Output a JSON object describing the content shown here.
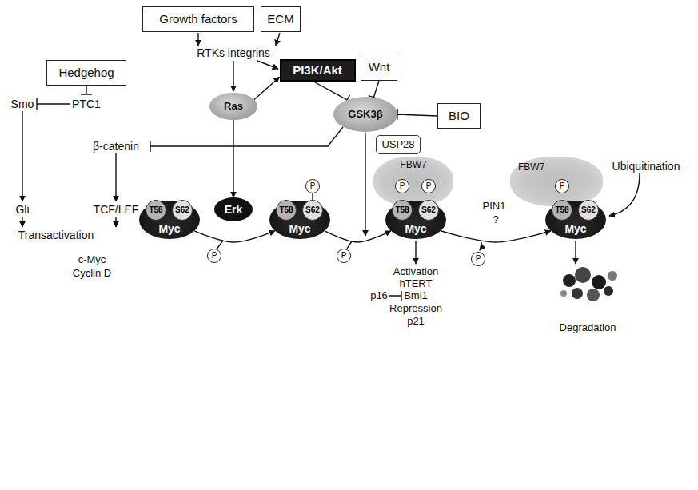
{
  "diagram": {
    "nodes": [
      {
        "text": [
          "Growth factors"
        ]
      },
      {
        "text": [
          "ECM"
        ]
      },
      {
        "text": [
          "Hedgehog"
        ]
      },
      {
        "text": [
          "PI3K/Akt"
        ]
      },
      {
        "text": [
          "Wnt"
        ]
      },
      {
        "text": [
          "Ras"
        ]
      },
      {
        "text": [
          "GSK3β"
        ]
      },
      {
        "text": [
          "BIO"
        ]
      },
      {
        "text": [
          "USP28"
        ]
      },
      {
        "text": [
          "Erk"
        ]
      },
      {
        "text": [
          "Myc"
        ]
      },
      {
        "text": [
          "T58"
        ],
        "in": 10
      },
      {
        "text": [
          "S62"
        ],
        "in": 10
      },
      {
        "text": [
          "P"
        ]
      },
      {
        "text": [
          "Myc"
        ]
      },
      {
        "text": [
          "T58"
        ],
        "in": 14
      },
      {
        "text": [
          "S62"
        ],
        "in": 14
      },
      {
        "text": [
          "FBW7"
        ]
      },
      {
        "text": [
          "P"
        ],
        "in": 17
      },
      {
        "text": [
          "P"
        ],
        "in": 17
      },
      {
        "text": [
          "Myc"
        ]
      },
      {
        "text": [
          "T58"
        ],
        "in": 20
      },
      {
        "text": [
          "S62"
        ],
        "in": 20
      },
      {
        "text": [
          "FBW7"
        ]
      },
      {
        "text": [
          "P"
        ],
        "in": 23
      },
      {
        "text": [
          "Myc"
        ]
      },
      {
        "text": [
          "T58"
        ],
        "in": 25
      },
      {
        "text": [
          "S62"
        ],
        "in": 25
      },
      {
        "text": [
          "P"
        ]
      },
      {
        "text": [
          "P"
        ]
      },
      {
        "text": [
          "P"
        ]
      }
    ],
    "edges": [
      {
        "from": 5,
        "to": 3,
        "arrow": "to"
      },
      {
        "from": 3,
        "to": 6,
        "arrow": "to"
      },
      {
        "from": 4,
        "to": 6,
        "arrow": "to"
      },
      {
        "from": 7,
        "to": 6,
        "arrow": "to"
      },
      {
        "from": 5,
        "to": 9,
        "arrow": "to"
      },
      {
        "from": 10,
        "to": 14,
        "arrow": "to"
      },
      {
        "from": 14,
        "to": 20,
        "arrow": "to"
      },
      {
        "from": 20,
        "to": 25,
        "arrow": "to"
      },
      {
        "from": 13,
        "to": 16,
        "arrow": "none"
      },
      {
        "from": 18,
        "to": 21,
        "arrow": "none"
      },
      {
        "from": 19,
        "to": 22,
        "arrow": "none"
      },
      {
        "from": 24,
        "to": 26,
        "arrow": "none"
      }
    ],
    "labels": [
      "RTKs integrins",
      "Smo",
      "PTC1",
      "β-catenin",
      "Gli",
      "TCF/LEF",
      "Transactivation",
      "c-Myc",
      "Cyclin D",
      "PIN1",
      "?",
      "Ubiquitination",
      "Activation",
      "hTERT",
      "Bmi1",
      "p16",
      "Repression",
      "p21",
      "Degradation"
    ]
  }
}
